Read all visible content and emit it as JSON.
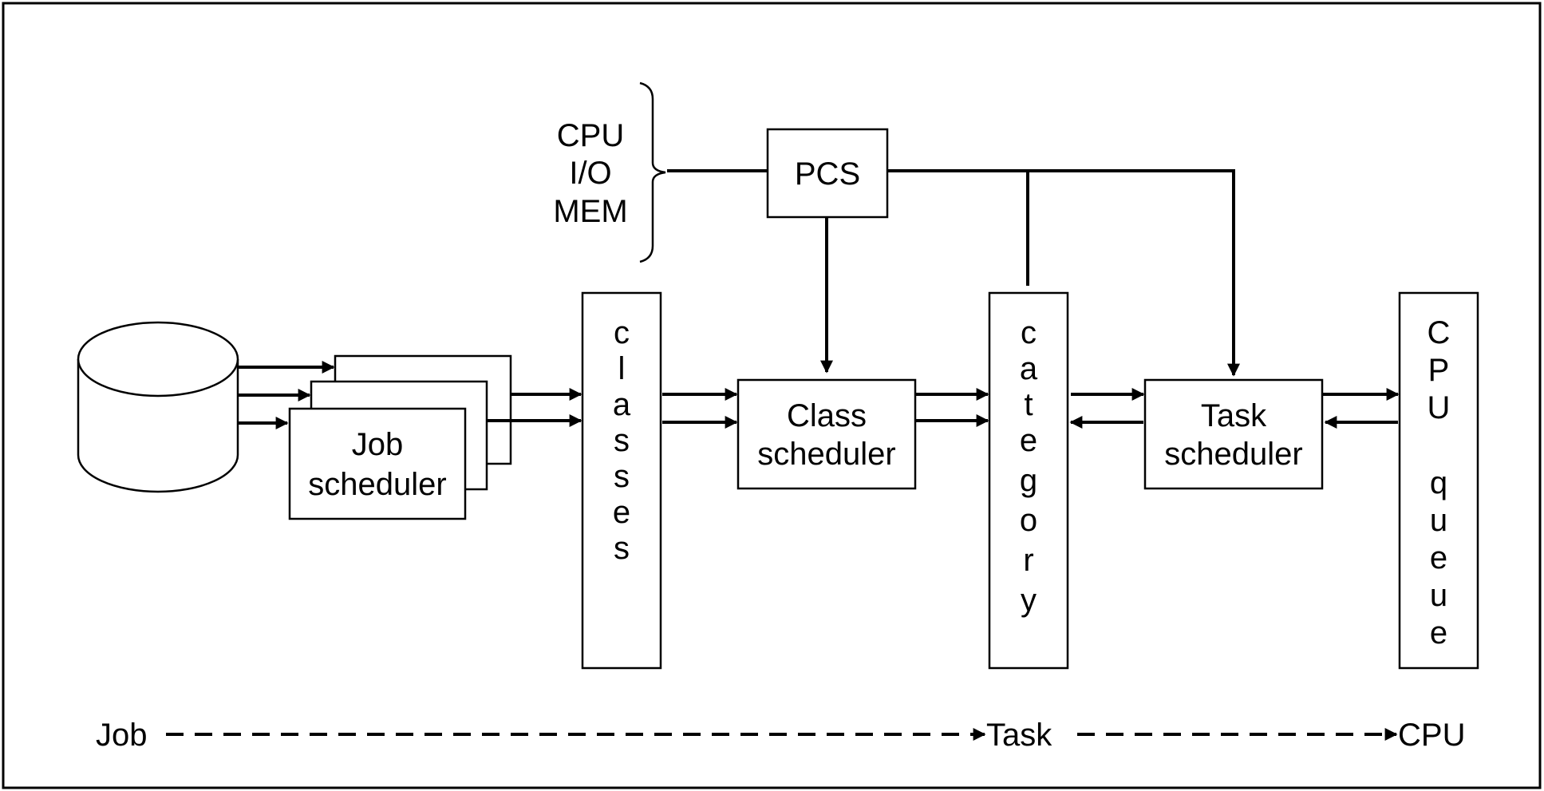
{
  "resources": {
    "line1": "CPU",
    "line2": "I/O",
    "line3": "MEM"
  },
  "pcs": {
    "label": "PCS"
  },
  "job_scheduler": {
    "line1": "Job",
    "line2": "scheduler"
  },
  "classes": {
    "letters": [
      "c",
      "l",
      "a",
      "s",
      "s",
      "e",
      "s"
    ]
  },
  "class_scheduler": {
    "line1": "Class",
    "line2": "scheduler"
  },
  "category": {
    "letters": [
      "c",
      "a",
      "t",
      "e",
      "g",
      "o",
      "r",
      "y"
    ]
  },
  "task_scheduler": {
    "line1": "Task",
    "line2": "scheduler"
  },
  "cpu_queue": {
    "letters": [
      "C",
      "P",
      "U",
      "",
      "q",
      "u",
      "e",
      "u",
      "e"
    ]
  },
  "flow": {
    "job": "Job",
    "task": "Task",
    "cpu": "CPU"
  },
  "colors": {
    "ink": "#000000",
    "background": "#ffffff"
  }
}
